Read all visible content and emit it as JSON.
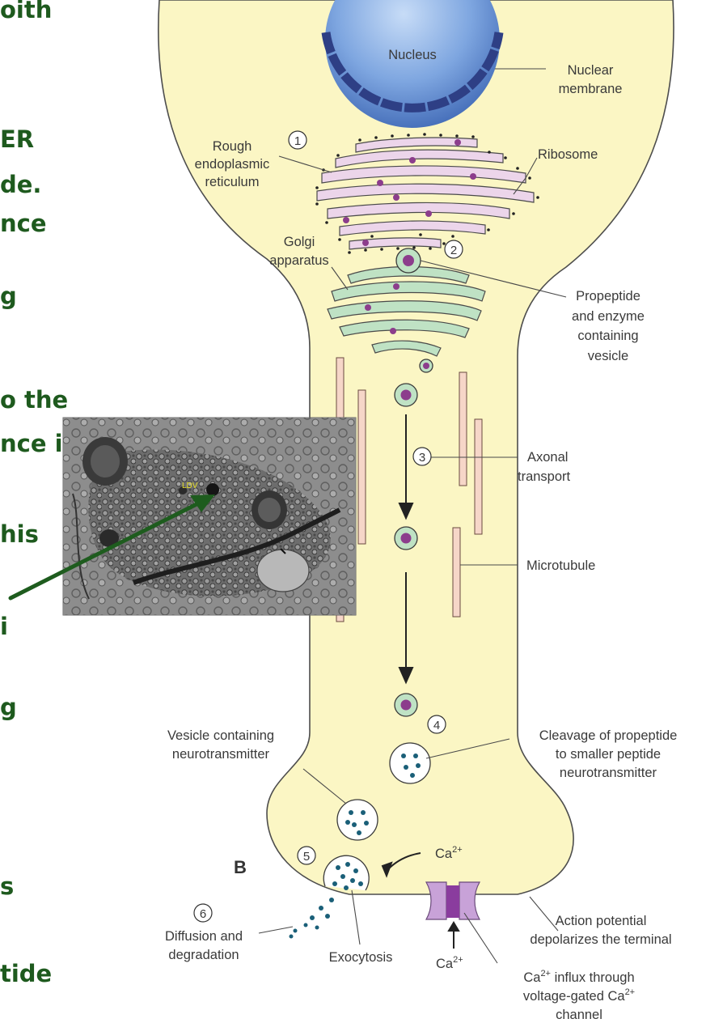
{
  "slide_text": {
    "l1": "oith",
    "l2": "ER",
    "l3": "de.",
    "l4": "nce",
    "l5": "g",
    "l6": "o the",
    "l7": "nce i",
    "l8": "his",
    "l9": "i",
    "l10": "g",
    "l11": "s",
    "l12": "tide"
  },
  "micrograph": {
    "label": "LDV"
  },
  "diagram": {
    "panel_letter": "B",
    "labels": {
      "nucleus": "Nucleus",
      "nuclear_membrane": [
        "Nuclear",
        "membrane"
      ],
      "rough_er": [
        "Rough",
        "endoplasmic",
        "reticulum"
      ],
      "ribosome": "Ribosome",
      "golgi": [
        "Golgi",
        "apparatus"
      ],
      "propeptide_vesicle": [
        "Propeptide",
        "and enzyme",
        "containing",
        "vesicle"
      ],
      "axonal_transport": [
        "Axonal",
        "transport"
      ],
      "microtubule": "Microtubule",
      "vesicle_nt": [
        "Vesicle containing",
        "neurotransmitter"
      ],
      "cleavage": [
        "Cleavage of propeptide",
        "to smaller peptide",
        "neurotransmitter"
      ],
      "ca_top": "Ca",
      "ca_top_sup": "2+",
      "ca_bottom": "Ca",
      "ca_bottom_sup": "2+",
      "action_potential": [
        "Action potential",
        "depolarizes the terminal"
      ],
      "diffusion": [
        "Diffusion and",
        "degradation"
      ],
      "exocytosis": "Exocytosis",
      "ca_influx_1a": "Ca",
      "ca_influx_1sup": "2+",
      "ca_influx_1b": " influx through",
      "ca_influx_2a": "voltage-gated Ca",
      "ca_influx_2sup": "2+",
      "ca_influx_3": "channel"
    },
    "step_numbers": [
      "1",
      "2",
      "3",
      "4",
      "5",
      "6"
    ]
  },
  "colors": {
    "cytoplasm": "#fbf6c4",
    "outline": "#4d4d4d",
    "nucleus": "#4f79c4",
    "nuclear_membrane": "#2e3f85",
    "rough_er": "#ecd5ea",
    "golgi": "#bfe2c4",
    "vesicle_core": "#8c3d8c",
    "microtubule": "#f6d6c8",
    "transmitter_dot": "#1a5f78",
    "channel": "#c8a2d8",
    "arrow": "#1e5c1e",
    "slide_text": "#1e5a1e"
  }
}
